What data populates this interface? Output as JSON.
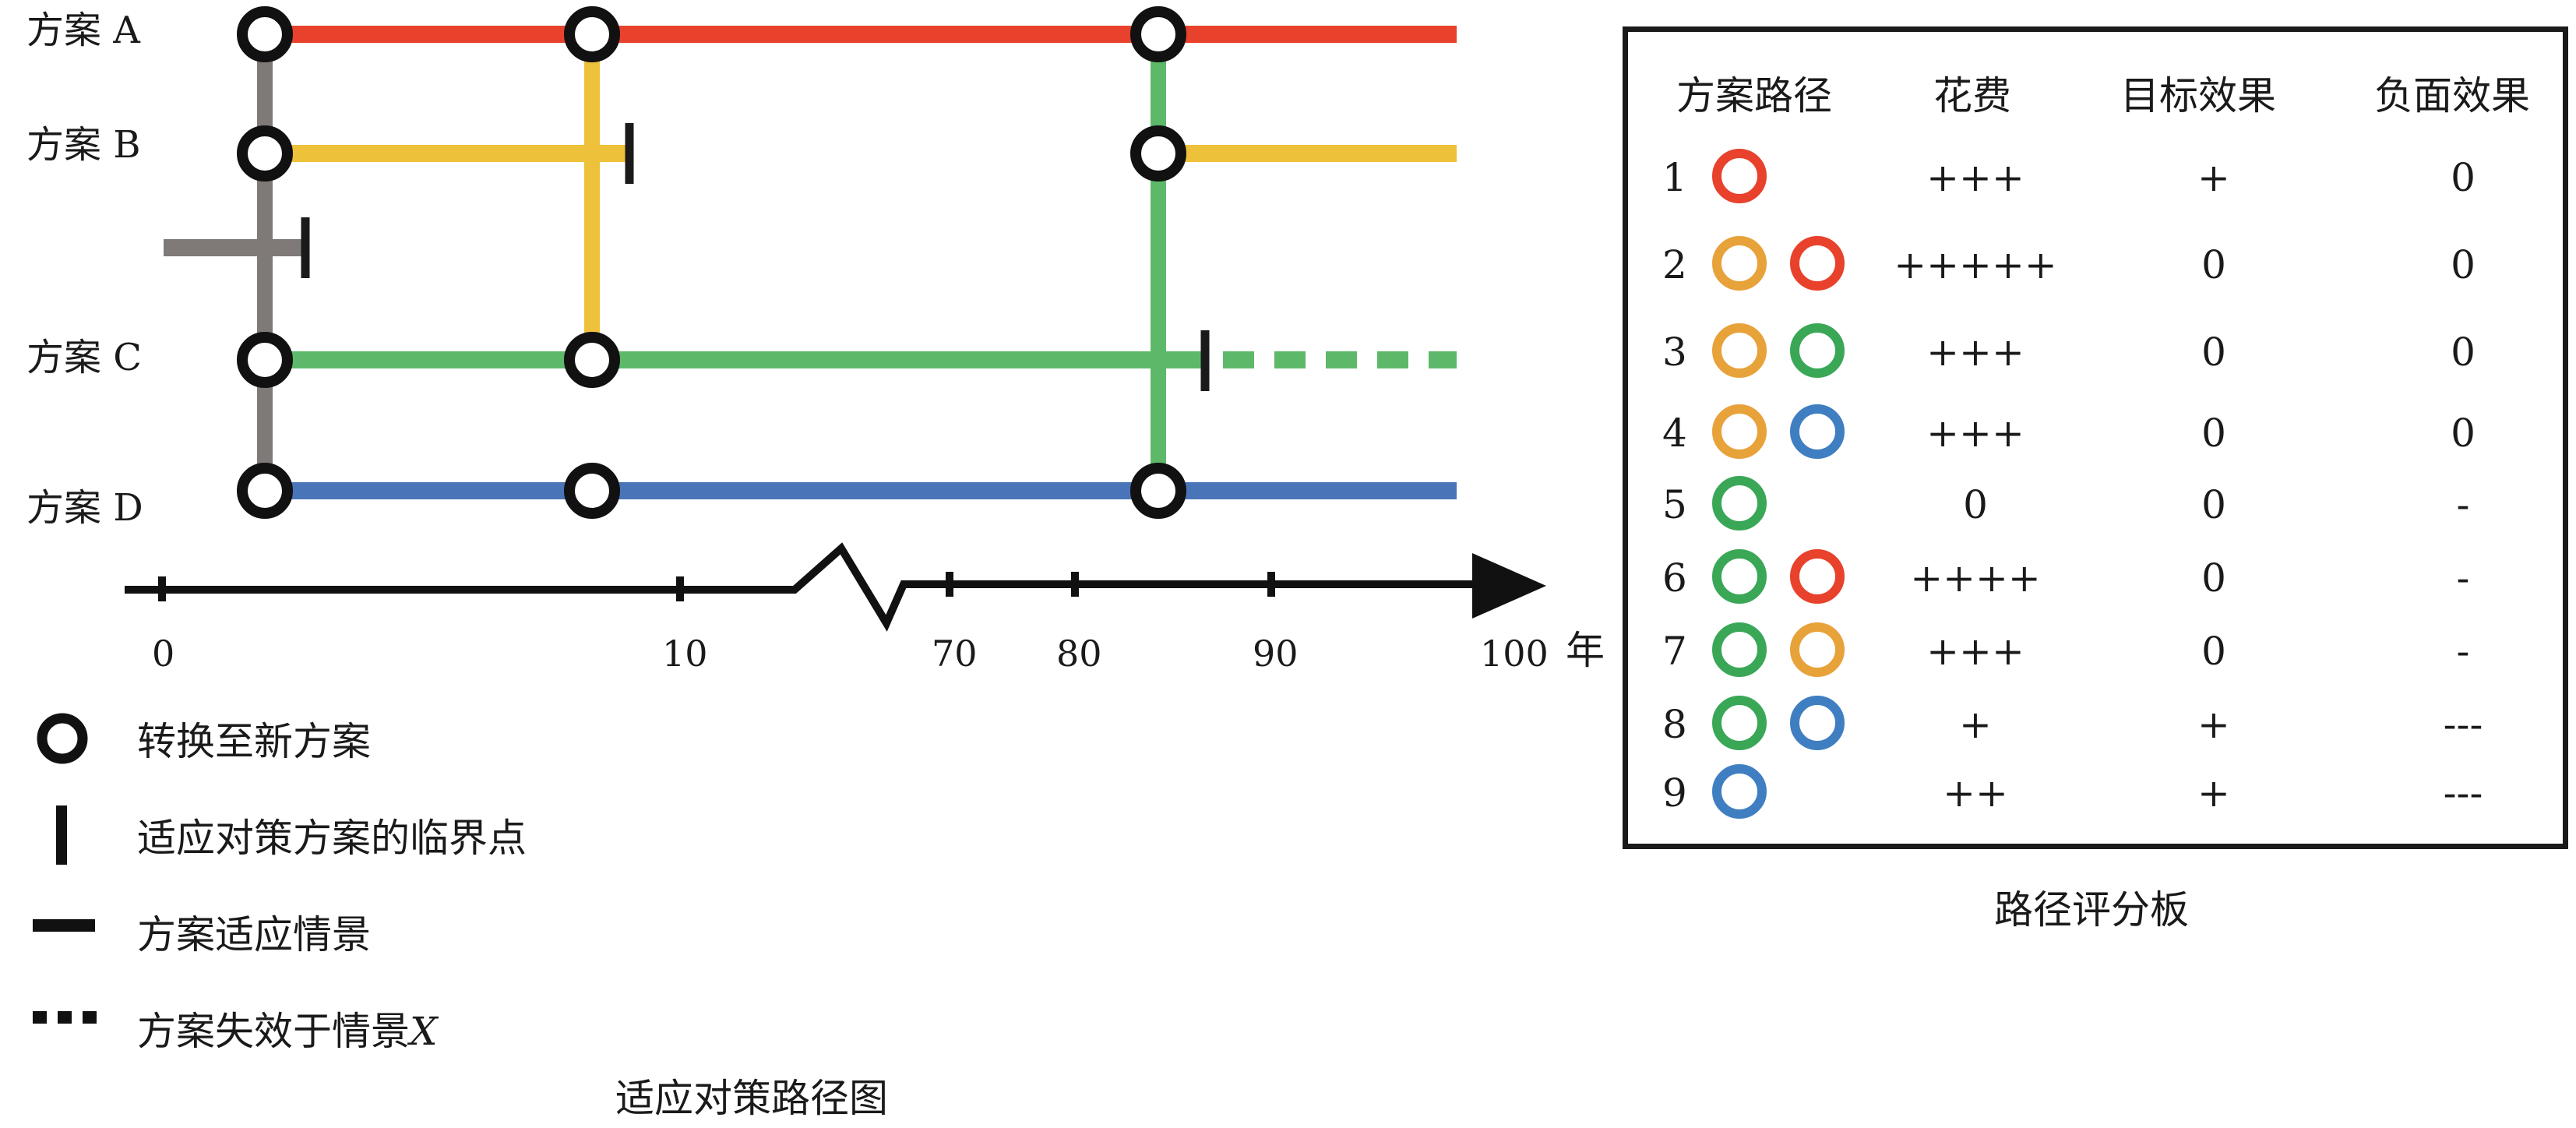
{
  "colors": {
    "scheme_a": "#e8412c",
    "scheme_b": "#eec13a",
    "scheme_c": "#5db969",
    "scheme_d": "#4a74b8",
    "transfer_gray": "#7f7a78",
    "ring_orange": "#e8a23a",
    "ring_red": "#e8412c",
    "ring_green": "#3aa757",
    "ring_blue": "#3f7fc1",
    "ink": "#1a1a1a"
  },
  "schemes": {
    "a": "方案 A",
    "b": "方案 B",
    "c": "方案 C",
    "d": "方案 D"
  },
  "axis": {
    "ticks": [
      "0",
      "10",
      "70",
      "80",
      "90",
      "100"
    ],
    "unit": "年"
  },
  "legend": {
    "transfer": "转换至新方案",
    "tipping_point": "适应对策方案的临界点",
    "scenario": "方案适应情景",
    "failure_prefix": "方案失效于情景",
    "failure_var": "X"
  },
  "main_caption": "适应对策路径图",
  "board": {
    "caption": "路径评分板",
    "headers": [
      "方案路径",
      "花费",
      "目标效果",
      "负面效果"
    ],
    "rows": [
      {
        "num": "1",
        "rings": [
          "red"
        ],
        "cost": "+++",
        "target": "+",
        "negative": "0"
      },
      {
        "num": "2",
        "rings": [
          "orange",
          "red"
        ],
        "cost": "+++++",
        "target": "0",
        "negative": "0"
      },
      {
        "num": "3",
        "rings": [
          "orange",
          "green"
        ],
        "cost": "+++",
        "target": "0",
        "negative": "0"
      },
      {
        "num": "4",
        "rings": [
          "orange",
          "blue"
        ],
        "cost": "+++",
        "target": "0",
        "negative": "0"
      },
      {
        "num": "5",
        "rings": [
          "green"
        ],
        "cost": "0",
        "target": "0",
        "negative": "-"
      },
      {
        "num": "6",
        "rings": [
          "green",
          "red"
        ],
        "cost": "++++",
        "target": "0",
        "negative": "-"
      },
      {
        "num": "7",
        "rings": [
          "green",
          "orange"
        ],
        "cost": "+++",
        "target": "0",
        "negative": "-"
      },
      {
        "num": "8",
        "rings": [
          "green",
          "blue"
        ],
        "cost": "+",
        "target": "+",
        "negative": "---"
      },
      {
        "num": "9",
        "rings": [
          "blue"
        ],
        "cost": "++",
        "target": "+",
        "negative": "---"
      }
    ]
  }
}
